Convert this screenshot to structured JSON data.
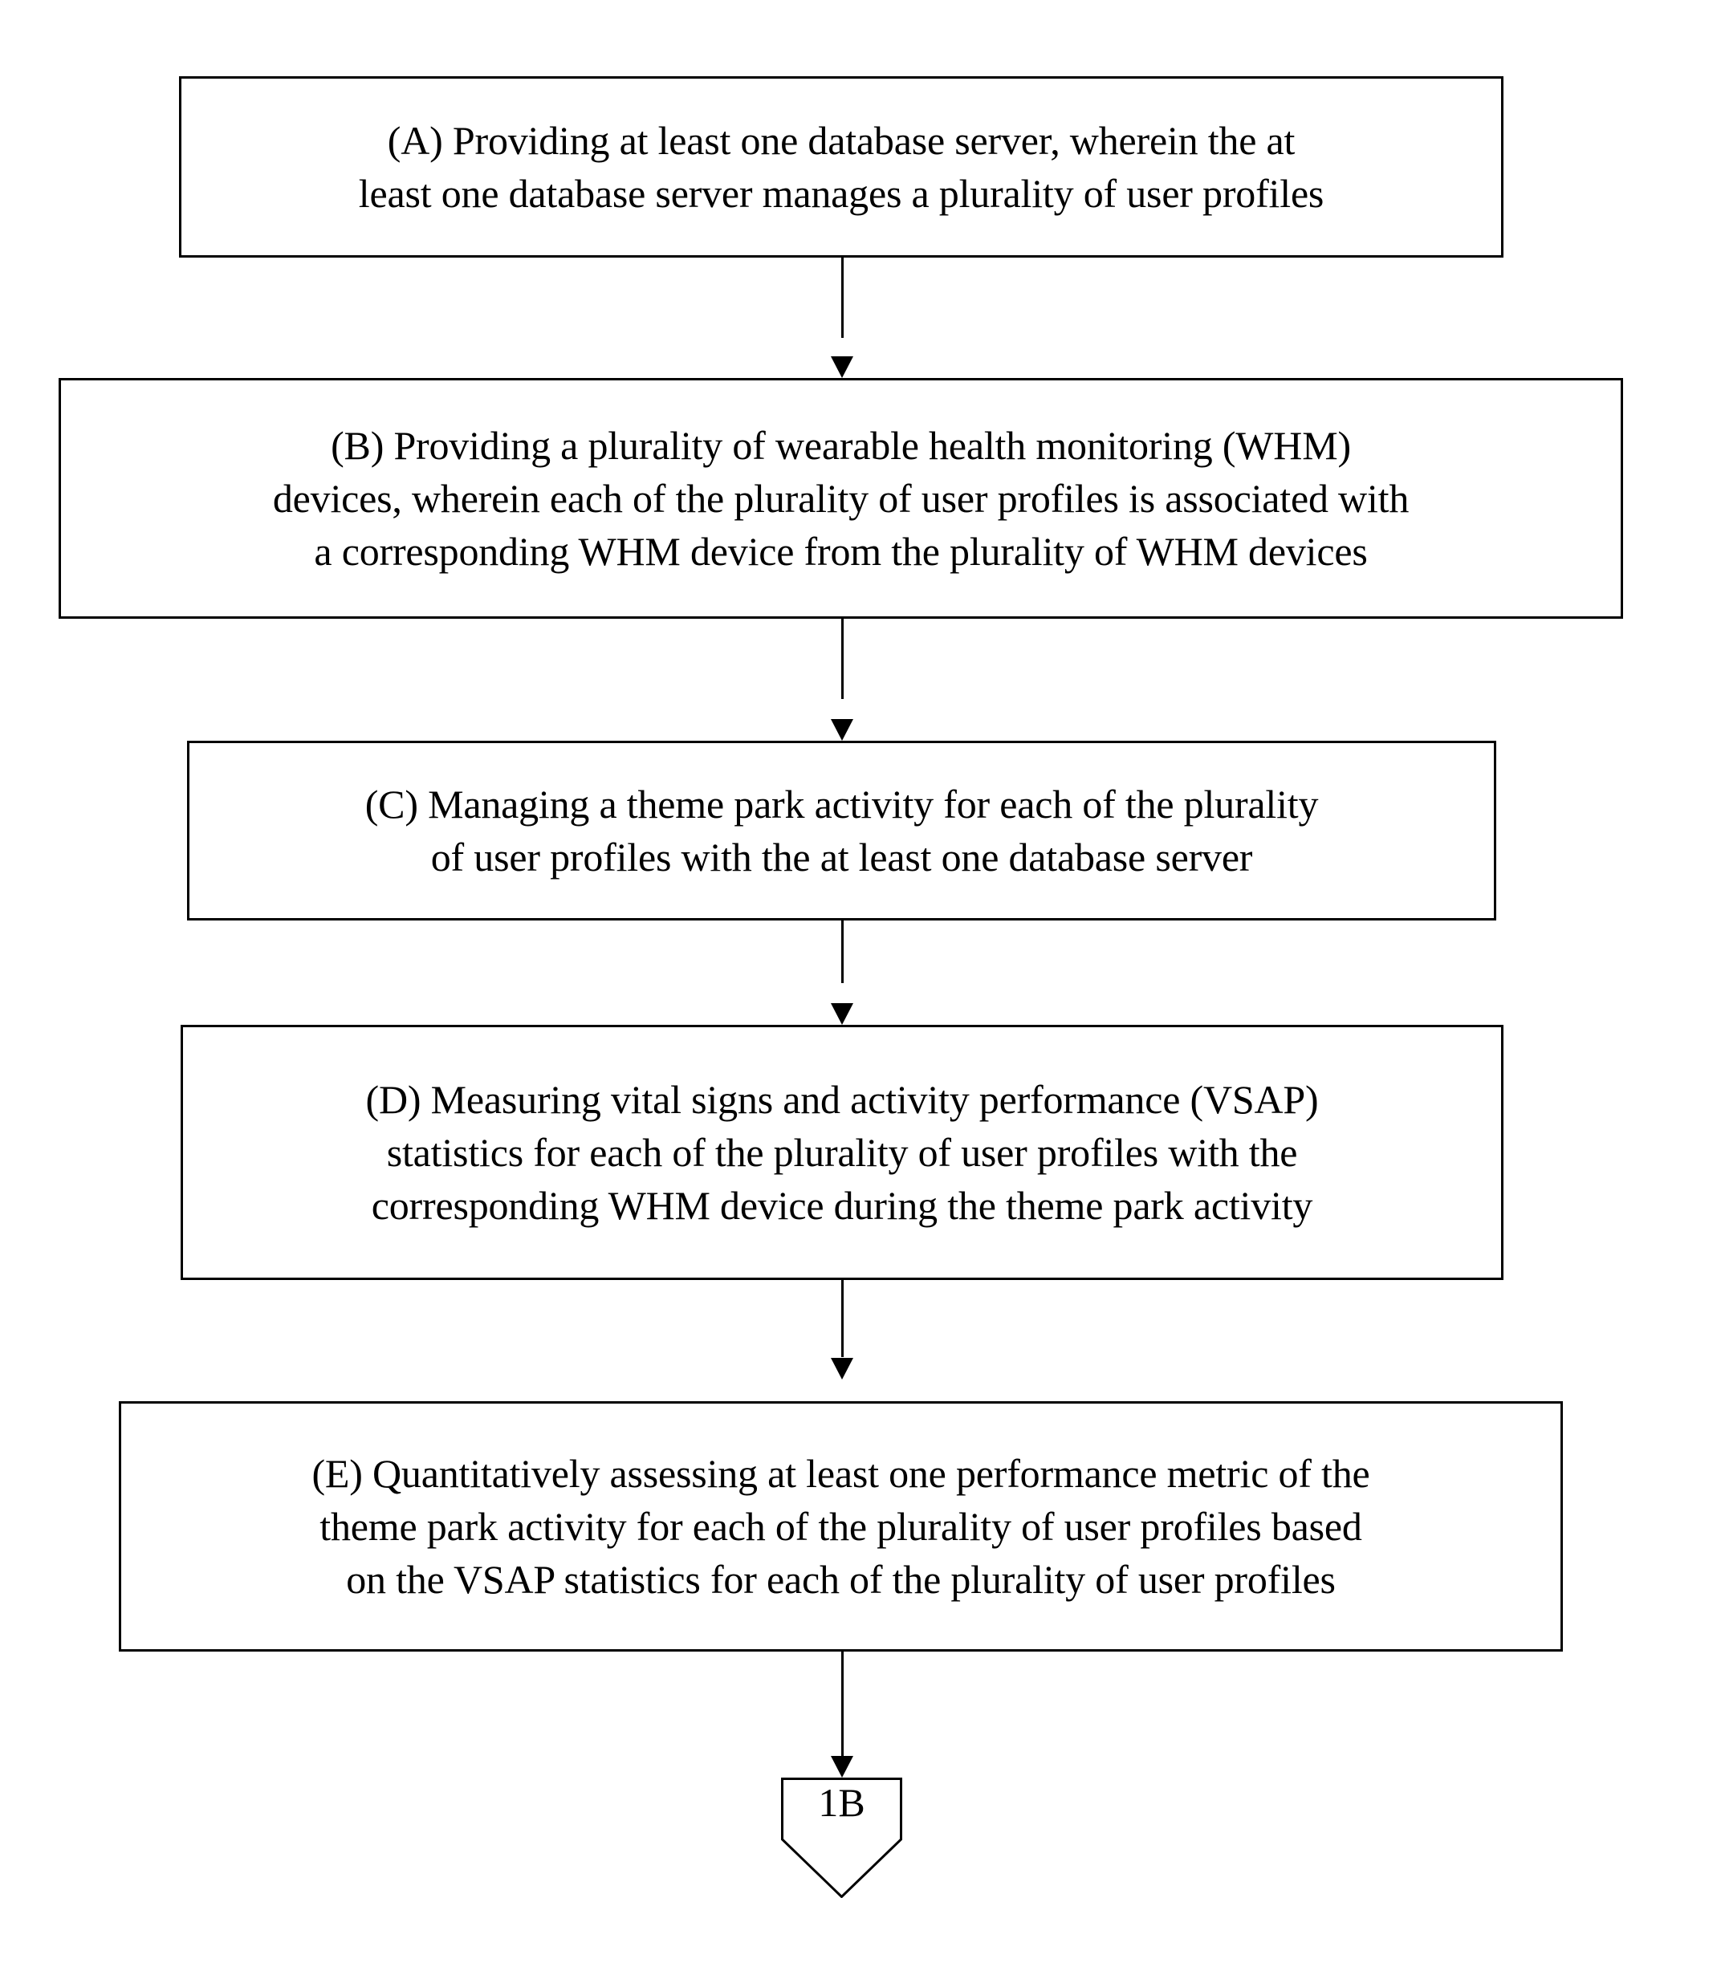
{
  "diagram": {
    "type": "flowchart",
    "orientation": "top-to-bottom",
    "background_color": "#ffffff",
    "line_color": "#000000",
    "text_color": "#000000",
    "nodes": [
      {
        "id": "A",
        "shape": "rectangle",
        "text": "(A) Providing at least one database server, wherein the at\nleast one database server manages a plurality of user profiles"
      },
      {
        "id": "B",
        "shape": "rectangle",
        "text": "(B) Providing a plurality of wearable health monitoring (WHM)\ndevices, wherein each of the plurality of user profiles is associated with\na corresponding WHM device from the plurality of WHM devices"
      },
      {
        "id": "C",
        "shape": "rectangle",
        "text": "(C) Managing a theme park activity for each of the plurality\nof user profiles with the at least one database server"
      },
      {
        "id": "D",
        "shape": "rectangle",
        "text": "(D) Measuring vital signs and activity performance (VSAP)\nstatistics for each of the plurality of user profiles with the\ncorresponding WHM device during the theme park activity"
      },
      {
        "id": "E",
        "shape": "rectangle",
        "text": "(E) Quantitatively assessing at least one performance metric of the\ntheme park activity for each of the plurality of user profiles based\non the VSAP statistics for each of the plurality of user profiles"
      },
      {
        "id": "1B",
        "shape": "off-page-connector",
        "text": "1B"
      }
    ],
    "edges": [
      {
        "from": "A",
        "to": "B",
        "style": "solid-arrow"
      },
      {
        "from": "B",
        "to": "C",
        "style": "solid-arrow"
      },
      {
        "from": "C",
        "to": "D",
        "style": "solid-arrow"
      },
      {
        "from": "D",
        "to": "E",
        "style": "solid-arrow"
      },
      {
        "from": "E",
        "to": "1B",
        "style": "solid-arrow"
      }
    ]
  }
}
